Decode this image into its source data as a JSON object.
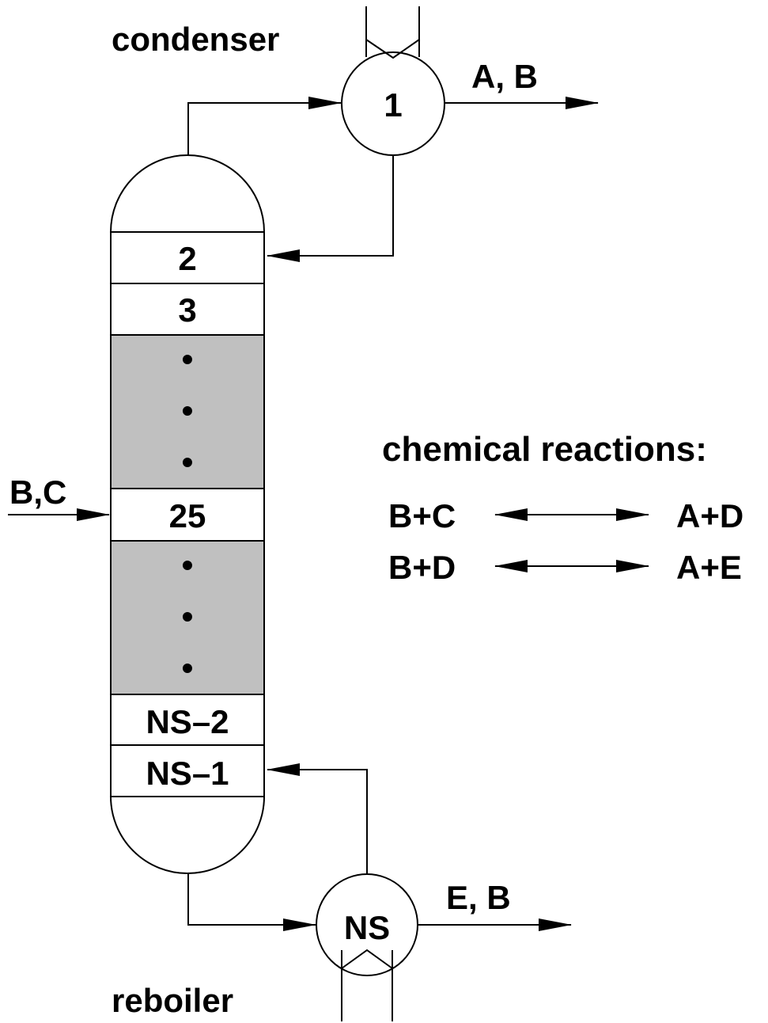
{
  "labels": {
    "condenser": "condenser",
    "reboiler": "reboiler",
    "condenser_stage": "1",
    "reboiler_stage": "NS",
    "top_product": "A, B",
    "bottom_product": "E, B",
    "feed": "B,C",
    "reactions_title": "chemical reactions:"
  },
  "stages": [
    "2",
    "3",
    "25",
    "NS–2",
    "NS–1"
  ],
  "ellipsis_dot": "•",
  "reactions": [
    {
      "left": "B+C",
      "right": "A+D"
    },
    {
      "left": "B+D",
      "right": "A+E"
    }
  ],
  "colors": {
    "line": "#000000",
    "packed_section": "#c0c0c0",
    "background": "#ffffff"
  }
}
